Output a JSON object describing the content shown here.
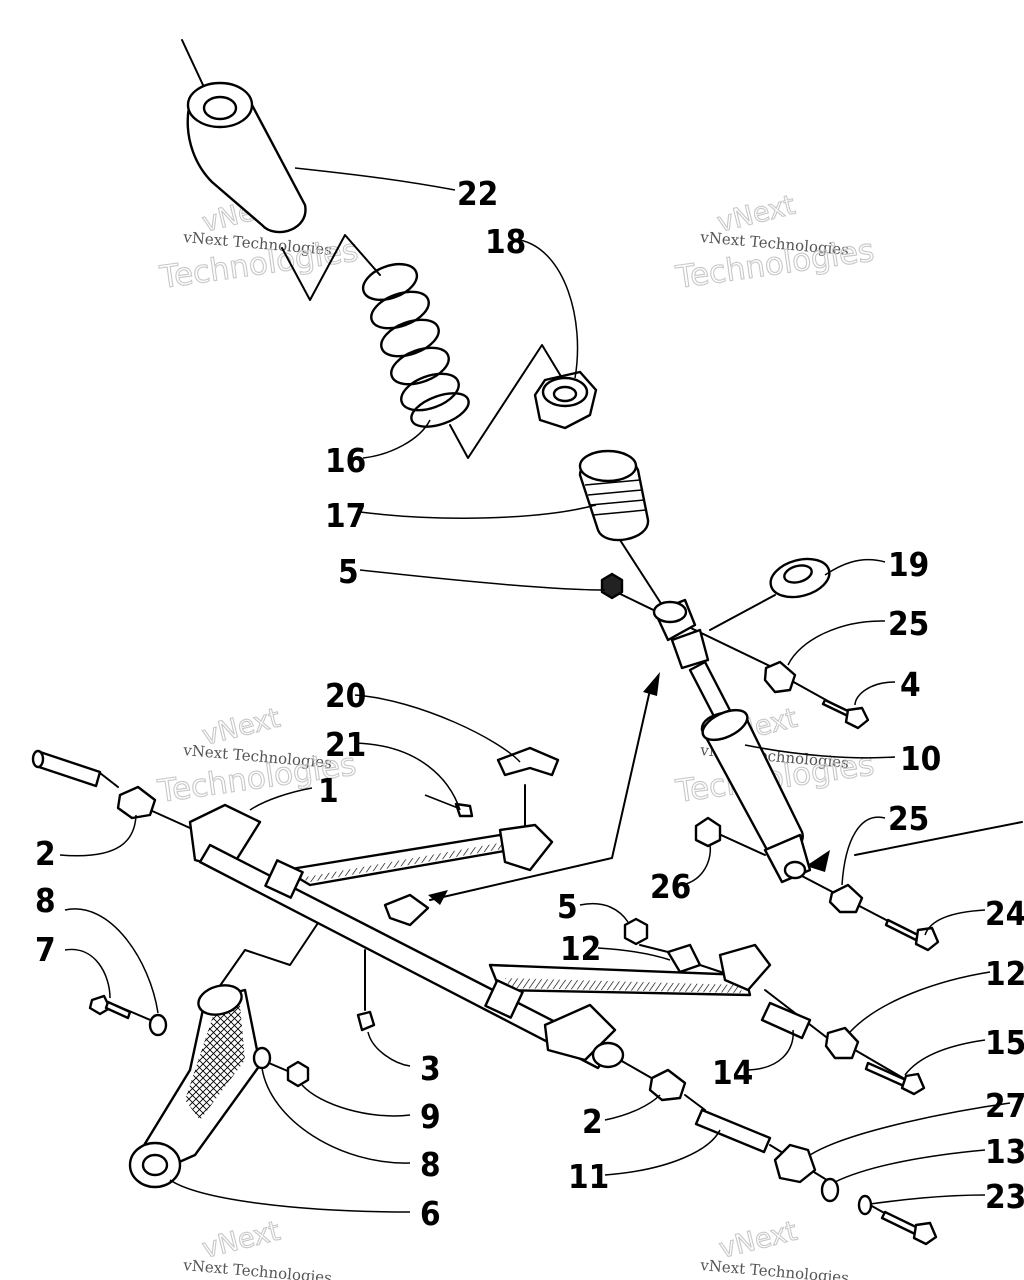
{
  "callouts": {
    "c1": "1",
    "c2a": "2",
    "c2b": "2",
    "c3": "3",
    "c4": "4",
    "c5a": "5",
    "c5b": "5",
    "c6": "6",
    "c7": "7",
    "c8a": "8",
    "c8b": "8",
    "c9": "9",
    "c10": "10",
    "c11": "11",
    "c12a": "12",
    "c12b": "12",
    "c13": "13",
    "c14": "14",
    "c15": "15",
    "c16": "16",
    "c17": "17",
    "c18": "18",
    "c19": "19",
    "c20": "20",
    "c21": "21",
    "c22": "22",
    "c23": "23",
    "c24": "24",
    "c25a": "25",
    "c25b": "25",
    "c26": "26",
    "c27": "27"
  },
  "watermark": {
    "small": "vNext Technologies",
    "large": "Technologies",
    "tilted": "vNext"
  },
  "colors": {
    "ink": "#000000",
    "watermark": "#c8c8c8",
    "paper": "#ffffff"
  }
}
